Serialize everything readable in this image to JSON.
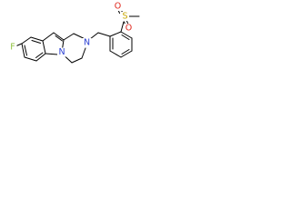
{
  "molecule": {
    "atoms": {
      "fluorine": "F",
      "ring_nitrogen": "N",
      "amine_nitrogen": "N",
      "sulfur": "S",
      "sulfonyl_oxygen_1": "O",
      "sulfonyl_oxygen_2": "O"
    },
    "colors": {
      "bond": "#000000",
      "fluorine": "#8fc23f",
      "nitrogen": "#2a3fd3",
      "sulfur": "#c8a800",
      "oxygen": "#e0261c"
    }
  }
}
